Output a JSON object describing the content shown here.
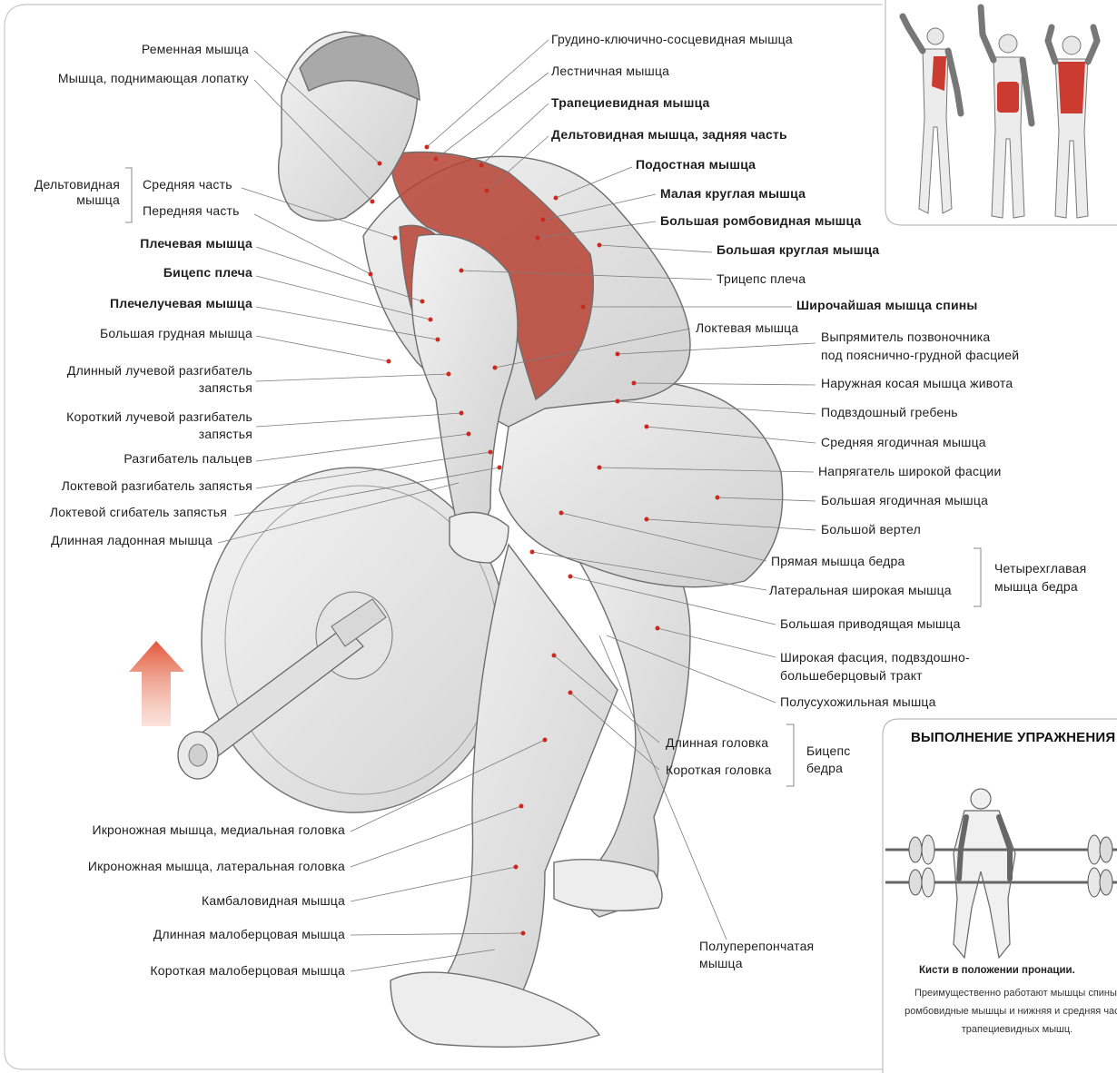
{
  "left_labels": [
    {
      "id": "splenius",
      "text": "Ременная мышца",
      "bold": false
    },
    {
      "id": "levator",
      "text": "Мышца, поднимающая лопатку",
      "bold": false
    },
    {
      "id": "deltoid_group",
      "text": "Дельтовидная\nмышца",
      "bold": false
    },
    {
      "id": "deltoid_middle",
      "text": "Средняя часть",
      "bold": false
    },
    {
      "id": "deltoid_front",
      "text": "Передняя часть",
      "bold": false
    },
    {
      "id": "brachialis",
      "text": "Плечевая мышца",
      "bold": true
    },
    {
      "id": "biceps",
      "text": "Бицепс плеча",
      "bold": true
    },
    {
      "id": "brachioradialis",
      "text": "Плечелучевая мышца",
      "bold": true
    },
    {
      "id": "pec_major",
      "text": "Большая грудная мышца",
      "bold": false
    },
    {
      "id": "ecrl",
      "text": "Длинный лучевой разгибатель\nзапястья",
      "bold": false
    },
    {
      "id": "ecrb",
      "text": "Короткий лучевой разгибатель\nзапястья",
      "bold": false
    },
    {
      "id": "ext_digitorum",
      "text": "Разгибатель пальцев",
      "bold": false
    },
    {
      "id": "ecu",
      "text": "Локтевой разгибатель запястья",
      "bold": false
    },
    {
      "id": "fcu",
      "text": "Локтевой сгибатель запястья",
      "bold": false
    },
    {
      "id": "palmaris",
      "text": "Длинная ладонная мышца",
      "bold": false
    },
    {
      "id": "gastro_med",
      "text": "Икроножная мышца, медиальная головка",
      "bold": false
    },
    {
      "id": "gastro_lat",
      "text": "Икроножная мышца, латеральная головка",
      "bold": false
    },
    {
      "id": "soleus",
      "text": "Камбаловидная мышца",
      "bold": false
    },
    {
      "id": "peroneus_long",
      "text": "Длинная малоберцовая мышца",
      "bold": false
    },
    {
      "id": "peroneus_short",
      "text": "Короткая малоберцовая мышца",
      "bold": false
    }
  ],
  "right_labels": [
    {
      "id": "scm",
      "text": "Грудино-ключично-сосцевидная мышца",
      "bold": false
    },
    {
      "id": "scalene",
      "text": "Лестничная мышца",
      "bold": false
    },
    {
      "id": "trapezius",
      "text": "Трапециевидная мышца",
      "bold": true
    },
    {
      "id": "rear_delt",
      "text": "Дельтовидная мышца, задняя часть",
      "bold": true
    },
    {
      "id": "infraspinatus",
      "text": "Подостная мышца",
      "bold": true
    },
    {
      "id": "teres_minor",
      "text": "Малая круглая мышца",
      "bold": true
    },
    {
      "id": "rhomboid",
      "text": "Большая ромбовидная мышца",
      "bold": true
    },
    {
      "id": "teres_major",
      "text": "Большая круглая мышца",
      "bold": true
    },
    {
      "id": "triceps",
      "text": "Трицепс плеча",
      "bold": false
    },
    {
      "id": "lats",
      "text": "Широчайшая мышца спины",
      "bold": true
    },
    {
      "id": "anconeus",
      "text": "Локтевая мышца",
      "bold": false
    },
    {
      "id": "erector",
      "text": "Выпрямитель позвоночника\nпод пояснично-грудной фасцией",
      "bold": false
    },
    {
      "id": "ext_oblique",
      "text": "Наружная косая мышца живота",
      "bold": false
    },
    {
      "id": "iliac_crest",
      "text": "Подвздошный гребень",
      "bold": false
    },
    {
      "id": "glute_med",
      "text": "Средняя ягодичная мышца",
      "bold": false
    },
    {
      "id": "tfl",
      "text": "Напрягатель широкой фасции",
      "bold": false
    },
    {
      "id": "glute_max",
      "text": "Большая ягодичная мышца",
      "bold": false
    },
    {
      "id": "trochanter",
      "text": "Большой вертел",
      "bold": false
    },
    {
      "id": "rectus_fem",
      "text": "Прямая мышца бедра",
      "bold": false
    },
    {
      "id": "vastus_lat",
      "text": "Латеральная широкая мышца",
      "bold": false
    },
    {
      "id": "quad_group",
      "text": "Четырехглавая\nмышца бедра",
      "bold": false
    },
    {
      "id": "adductor",
      "text": "Большая приводящая мышца",
      "bold": false
    },
    {
      "id": "it_band",
      "text": "Широкая фасция, подвздошно-\nбольшеберцовый тракт",
      "bold": false
    },
    {
      "id": "semitend",
      "text": "Полусухожильная мышца",
      "bold": false
    },
    {
      "id": "bf_long",
      "text": "Длинная головка",
      "bold": false
    },
    {
      "id": "bf_short",
      "text": "Короткая головка",
      "bold": false
    },
    {
      "id": "bf_group",
      "text": "Бицепс\nбедра",
      "bold": false
    },
    {
      "id": "semimemb",
      "text": "Полуперепончатая\nмышца",
      "bold": false
    }
  ],
  "panel": {
    "title": "ВЫПОЛНЕНИЕ УПРАЖНЕНИЯ",
    "caption_bold": "Кисти в положении пронации.",
    "caption_text": "Преимущественно работают мышцы спины, ромбовидные мышцы и нижняя и средняя части трапециевидных мышц."
  },
  "colors": {
    "muscle_highlight": "#b33a2e",
    "arrow": "#d9573a",
    "leader_line": "#777777",
    "dot": "#cc2a1e"
  },
  "icons": [
    "up-arrow-icon",
    "barbell-icon"
  ]
}
